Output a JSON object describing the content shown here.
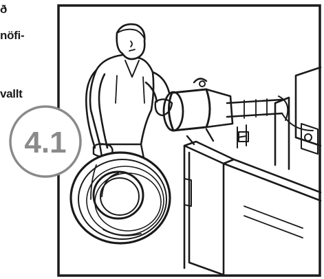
{
  "text_fragments": {
    "line1": "ð",
    "line2": "nöfi-",
    "line3": "vallt"
  },
  "badge": {
    "label": "4.1"
  },
  "colors": {
    "ink": "#1a1a1a",
    "badge_ring": "#8a8a8a",
    "badge_text": "#8a8a8a",
    "paper": "#ffffff"
  }
}
